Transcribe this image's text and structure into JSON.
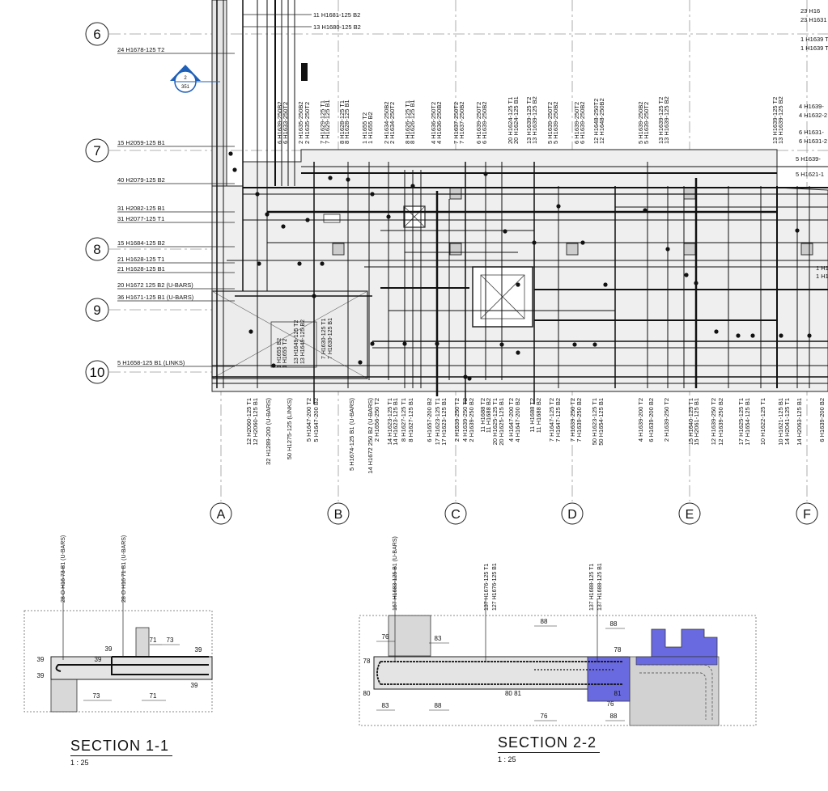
{
  "grid": {
    "rows": [
      "6",
      "7",
      "8",
      "9",
      "10"
    ],
    "cols": [
      "A",
      "B",
      "C",
      "D",
      "E",
      "F"
    ]
  },
  "section_marker": {
    "top": "2",
    "bottom": "351"
  },
  "left_labels": [
    "24 H1678-125 T2",
    "15 H2059-125 B1",
    "40 H2079-125 B2",
    "31 H2082-125 B1",
    "31 H2077-125 T1",
    "15 H1684-125 B2",
    "21 H1628-125 T1",
    "21 H1628-125 B1",
    "20 H1672 125 B2 (U-BARS)",
    "36 H1671-125 B1 (U-BARS)",
    "5 H1658-125 B1 (LINKS)"
  ],
  "top_labels": [
    "11 H1681-125 B2",
    "13 H1680-125 B2"
  ],
  "right_labels": [
    "23 H16",
    "23 H1631",
    "1 H1639 T",
    "1 H1639 T",
    "4 H1639-",
    "4 H1632-2",
    "6 H1631-",
    "6 H1631-2",
    "5 H1639-",
    "5 H1621-1",
    "1 H1",
    "1 H1"
  ],
  "vertical_top_labels": [
    "6 H1639-250B2",
    "6 H1633-250T2",
    "2 H1635-250B2",
    "2 H1635-250T2",
    "7 H1629-125 T1",
    "7 H1629-125 B1",
    "8 H1628-125 T1",
    "8 H1628-125 B1",
    "1 H1655 T2",
    "1 H1655 B2",
    "2 H1634-250B2",
    "2 H1634-250T2",
    "8 H1626-125 T1",
    "8 H1626-125 B1",
    "4 H1636-250T2",
    "4 H1636-250B2",
    "7 H1637-250T2",
    "7 H1637-250B2",
    "6 H1639-250T2",
    "6 H1639-250B2",
    "20 H1624-125 T1",
    "20 H1624-125 B1",
    "13 H1639-125 T2",
    "13 H1639-125 B2",
    "5 H1639-250T2",
    "5 H1639-250B2",
    "6 H1639-250T2",
    "6 H1639-250B2",
    "12 H1648-250T2",
    "12 H1648-250B2",
    "5 H1639-250B2",
    "5 H1639-250T2",
    "13 H1639-125 T2",
    "13 H1639-125 B2",
    "13 H1639-125 T2",
    "13 H1639-125 B2"
  ],
  "inner_labels": [
    "1 H1655 B2",
    "1 H1655 T2",
    "13 H1649-125 T2",
    "13 H1649-125 B2",
    "7 H1630-125 T1",
    "7 H1630-125 B1"
  ],
  "vertical_bottom_labels": [
    "12 H2060-125 T1",
    "12 H2060-125 B1",
    "32 H1289-200 (U-BARS)",
    "50 H1275-125 (LINKS)",
    "5 H1647-200 T2",
    "5 H1647-200 B2",
    "5 H1674-125 B1 (U-BARS)",
    "14 H1672 250 B2 (U-BARS)",
    "2 H1656-250 T2",
    "14 H1623-125 T1",
    "14 H1623-125 B1",
    "8 H1627-125 T1",
    "8 H1627-125 B1",
    "6 H1657-200 B2",
    "17 H1623-125 T1",
    "17 H1623-125 B1",
    "2 H1639-250 T2",
    "4 H1639-250 T2",
    "2 H1639-250 B2",
    "11 H1688 T2",
    "11 H1688 B2",
    "20 H1625-125 T1",
    "20 H1625-125 B1",
    "4 H1647-200 T2",
    "4 H1647-200 B2",
    "11 H1688 T2",
    "11 H1688 B2",
    "7 H1647-125 T2",
    "7 H1647-125 B2",
    "7 H1639-250 T2",
    "7 H1639-250 B2",
    "50 H1623-125 T1",
    "50 H1654-125 B1",
    "4 H1639-200 T2",
    "6 H1639-200 B2",
    "2 H1639-250 T2",
    "15 H1640-125 T1",
    "15 H2061-125 B1",
    "12 H1639-250 T2",
    "12 H1639-250 B2",
    "17 H1625-125 T1",
    "17 H1654-125 B1",
    "10 H1622-125 T1",
    "10 H1621-125 B1",
    "14 H2041-125 T1",
    "14 H2063-125 B1",
    "6 H1639-200 B2"
  ],
  "sections": [
    {
      "title": "SECTION   1-1",
      "scale": "1 : 25",
      "labels": [
        "28 O H16 73 B1 (U-BARS)",
        "28 O H16 71 B1 (U-BARS)"
      ],
      "dims": [
        "39",
        "39",
        "39",
        "39",
        "71",
        "73",
        "39",
        "39",
        "73",
        "71"
      ]
    },
    {
      "title": "SECTION   2-2",
      "scale": "1 : 25",
      "labels": [
        "167 H1683-125 B1 (U-BARS)",
        "137 H1676-125 T1",
        "127 H1676-125 B1",
        "137 H1688-125 T1",
        "137 H1688-125 B1"
      ],
      "dims": [
        "76",
        "83",
        "88",
        "88",
        "78",
        "78",
        "80",
        "80 81",
        "81",
        "76",
        "83",
        "88",
        "76",
        "88"
      ]
    }
  ]
}
